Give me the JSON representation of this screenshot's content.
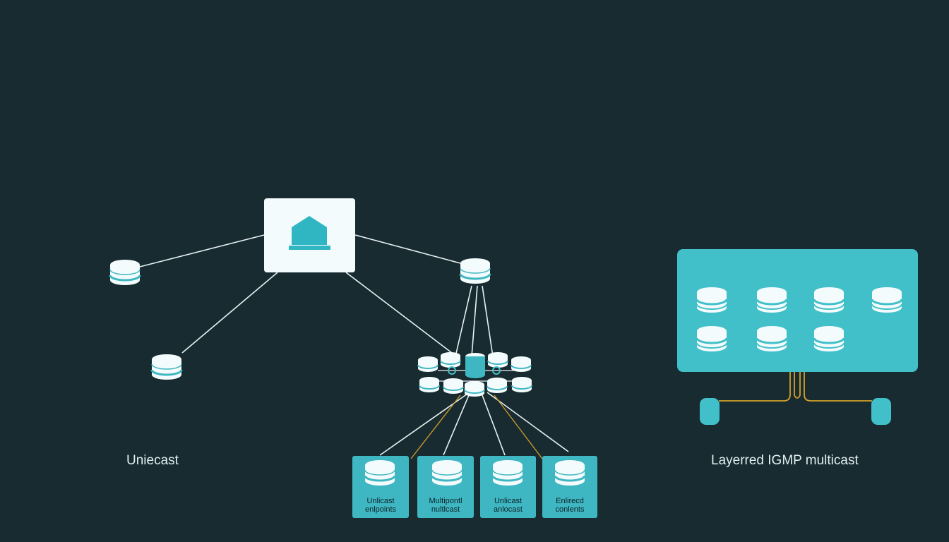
{
  "colors": {
    "background": "#172b31",
    "accent": "#42c0c9",
    "card_accent": "#3fb7c2",
    "node_fill": "#f4fbfc",
    "line": "#e8f1f2",
    "line_secondary": "#c9962a",
    "hub_icon": "#2fb6c2"
  },
  "icons": {
    "hub": "house-icon",
    "node": "database-icon"
  },
  "labels": {
    "unicast": "Uniecast",
    "multicast": "Layerred IGMP multicast"
  },
  "endpoint_cards": [
    {
      "line1": "Unlicast",
      "line2": "enlpoints"
    },
    {
      "line1": "Multipontl",
      "line2": "nultlcast"
    },
    {
      "line1": "Unlicast",
      "line2": "anlocast"
    },
    {
      "line1": "Enlirecd",
      "line2": "conlents"
    }
  ]
}
